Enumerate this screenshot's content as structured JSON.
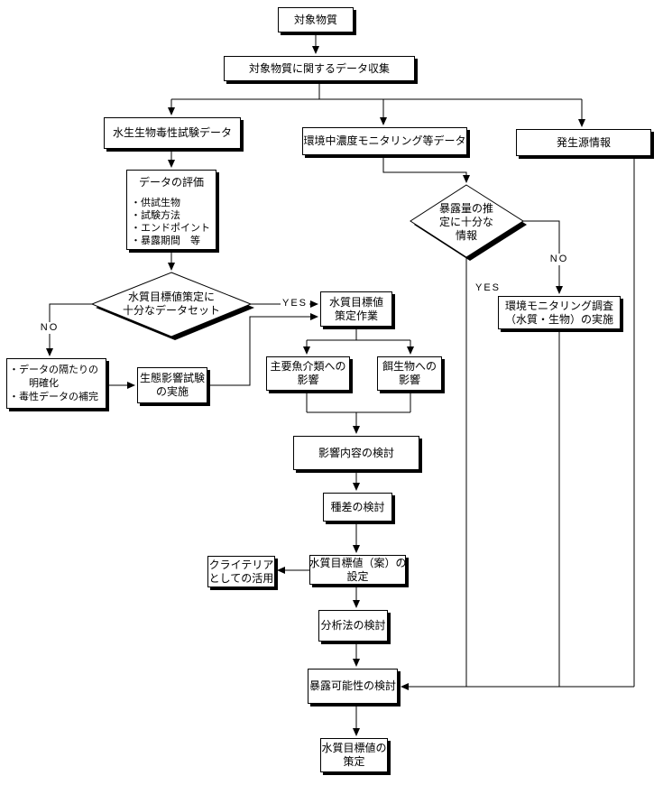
{
  "nodes": {
    "target_substance": "対象物質",
    "data_collection": "対象物質に関するデータ収集",
    "toxicity_data": "水生生物毒性試験データ",
    "env_monitoring_data": "環境中濃度モニタリング等データ",
    "source_info": "発生源情報",
    "data_evaluation": {
      "title": "データの評価",
      "items": [
        "・供試生物",
        "・試験方法",
        "・エンドポイント",
        "・暴露期間　等"
      ]
    },
    "dataset_decision": "水質目標値策定に\n十分なデータセット",
    "data_gap": "・データの隔たりの\n　　明確化\n・毒性データの補完",
    "eco_test": "生態影響試験\nの実施",
    "target_setting_work": "水質目標値\n策定作業",
    "fish_impact": "主要魚介類への\n影響",
    "prey_impact": "餌生物への\n影響",
    "impact_review": "影響内容の検討",
    "species_diff": "種差の検討",
    "criteria_use": "クライテリア\nとしての活用",
    "draft_target": "水質目標値（案）の\n設定",
    "analysis_method": "分析法の検討",
    "exposure_review": "暴露可能性の検討",
    "final_target": "水質目標値の\n策定",
    "exposure_decision": "暴露量の推\n定に十分な\n情報",
    "env_monitoring_survey": "環境モニタリング調査\n（水質・生物）の実施"
  },
  "labels": {
    "no1": "NO",
    "yes1": "YES",
    "no2": "NO",
    "yes2": "YES"
  },
  "colors": {
    "line": "#000000",
    "box_background": "#ffffff",
    "box_border": "#000000",
    "shadow": "#000000"
  }
}
